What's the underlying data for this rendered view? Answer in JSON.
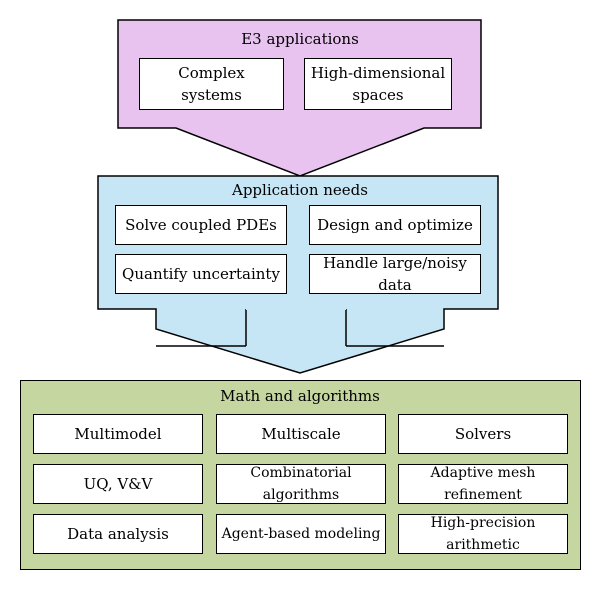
{
  "colors": {
    "top_fill": "#e8c3ef",
    "middle_fill": "#c6e6f5",
    "bottom_fill": "#c6d6a0",
    "box_fill": "#ffffff",
    "border": "#000000"
  },
  "top": {
    "title": "E3 applications",
    "boxes": [
      "Complex\nsystems",
      "High-dimensional\nspaces"
    ]
  },
  "middle": {
    "title": "Application needs",
    "boxes": [
      "Solve coupled PDEs",
      "Design and optimize",
      "Quantify uncertainty",
      "Handle large/noisy data"
    ]
  },
  "bottom": {
    "title": "Math and algorithms",
    "boxes": [
      "Multimodel",
      "Multiscale",
      "Solvers",
      "UQ, V&V",
      "Combinatorial algorithms",
      "Adaptive mesh refinement",
      "Data analysis",
      "Agent-based modeling",
      "High-precision arithmetic"
    ]
  }
}
